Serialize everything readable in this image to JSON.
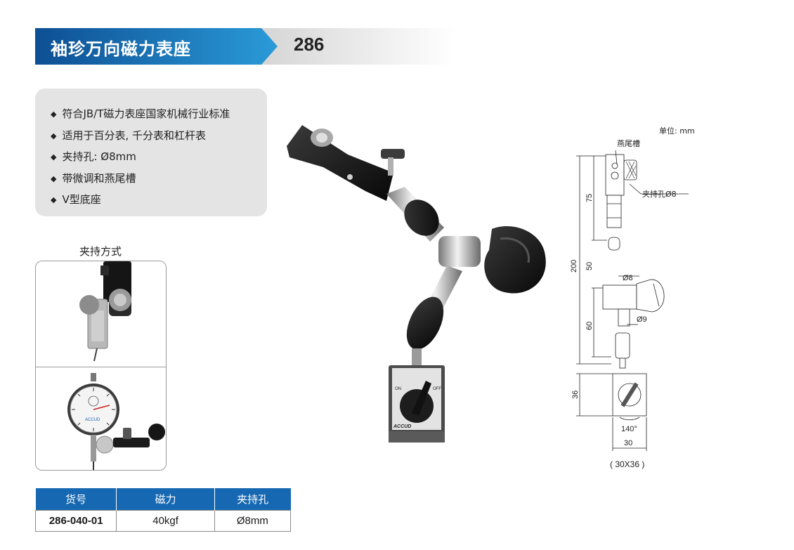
{
  "header": {
    "title": "袖珍万向磁力表座",
    "model": "286",
    "colors": {
      "banner_dark": "#0d4f93",
      "banner_light": "#2a9ad8"
    }
  },
  "features": {
    "items": [
      "符合JB/T磁力表座国家机械行业标准",
      "适用于百分表, 千分表和杠杆表",
      "夹持孔: Ø8mm",
      "带微调和燕尾槽",
      "V型底座"
    ]
  },
  "clamp": {
    "title": "夹持方式"
  },
  "product_photo": {
    "switch_on": "ON",
    "switch_off": "OFF",
    "brand": "ACCUD"
  },
  "dial_photo": {
    "brand": "ACCUD"
  },
  "drawing": {
    "unit": "单位: mm",
    "dovetail_label": "燕尾槽",
    "hole_label": "夹持孔Ø8",
    "dims": {
      "total": "200",
      "top": "75",
      "mid": "50",
      "lower": "60",
      "base": "36",
      "bore_8": "Ø8",
      "bore_9": "Ø9",
      "angle": "140°",
      "width": "30"
    },
    "base_size": "( 30X36 )"
  },
  "spec_table": {
    "headers": [
      "货号",
      "磁力",
      "夹持孔"
    ],
    "rows": [
      [
        "286-040-01",
        "40kgf",
        "Ø8mm"
      ]
    ]
  }
}
